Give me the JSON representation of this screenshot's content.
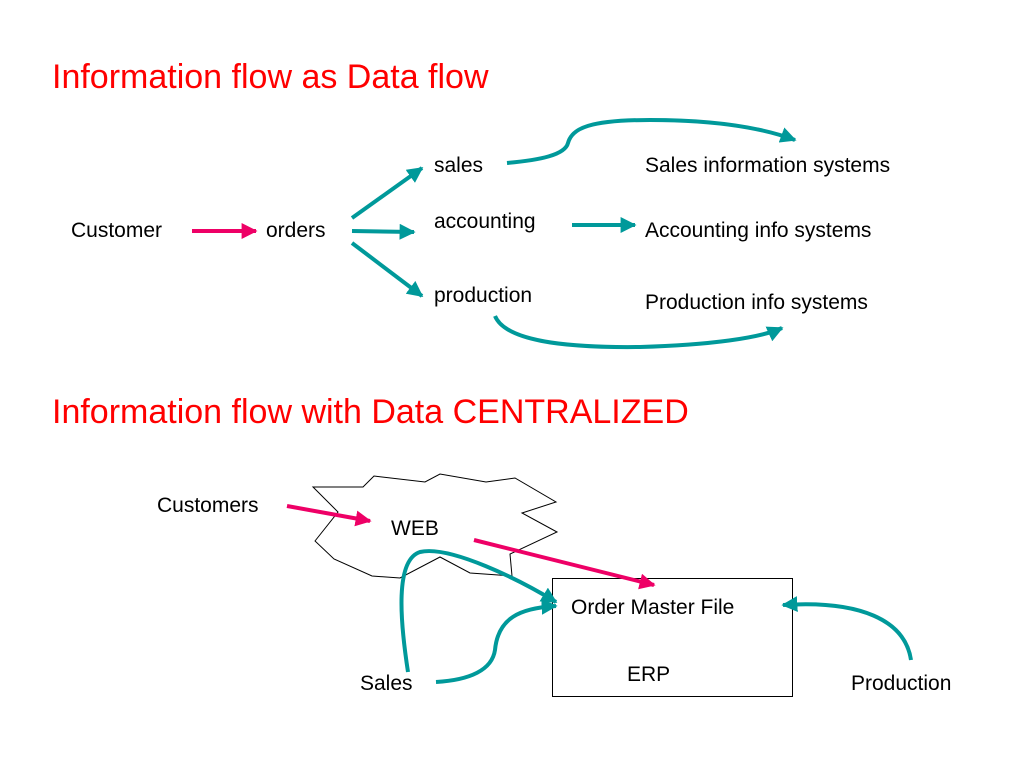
{
  "top": {
    "title": "Information flow as Data flow",
    "customer": "Customer",
    "orders": "orders",
    "sales": "sales",
    "accounting": "accounting",
    "production": "production",
    "sales_systems": "Sales information systems",
    "accounting_systems": "Accounting info systems",
    "production_systems": "Production info systems"
  },
  "bottom": {
    "title": "Information flow with Data CENTRALIZED",
    "customers": "Customers",
    "web": "WEB",
    "order_master_file": "Order Master File",
    "erp": "ERP",
    "sales": "Sales",
    "production": "Production"
  },
  "colors": {
    "title": "#ff0000",
    "flow_arrow": "#00999a",
    "customer_arrow": "#ee0066"
  }
}
